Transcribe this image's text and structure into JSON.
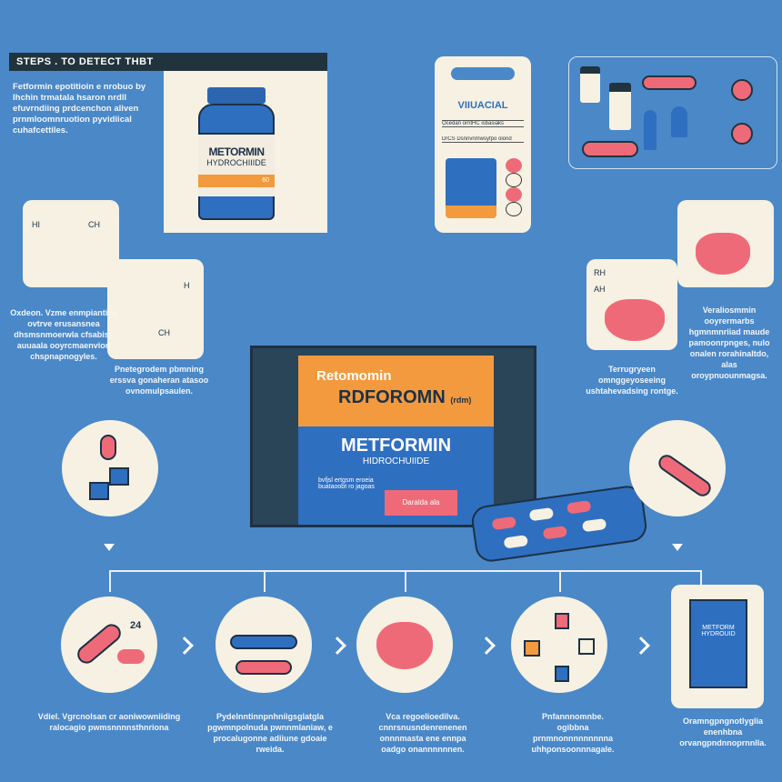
{
  "header": {
    "title": "STEPS . TO DETECT THBT"
  },
  "intro": {
    "text": "Fetformin epotitioin e nrobuo by Ihchin trmatala hsaron nrdll efuvrndiing prdcenchon aliven prnmloomnruotion pyvidiical cuhafcettiles."
  },
  "bottle": {
    "line1": "METORMIN",
    "line2": "HYDROCHIIIDE",
    "small": "60"
  },
  "visual_card": {
    "title": "VIIUACIAL",
    "line1": "Ocedan orntHC isbasiaks",
    "line2": "DrCS Dsnnvnmwsyfpo olond"
  },
  "left_notes": {
    "note1": "Oxdeon. Vzme enmpiantios ovtrve erusansnea dhsmsnmoerwla cfsabise auuaala ooyrcmaenvion chspnapnogyles.",
    "note2": "Pnetegrodem pbmning erssva gonaheran atasoo ovnomulpsaulen."
  },
  "right_notes": {
    "note1": "Veraliosmmin ooyrermarbs hgmnmnriiad maude pamoonrpnges, nulo onalen rorahinaltdo, alas oroypnuounmagsa.",
    "note2": "Terrugryeen omnggeyoseeing ushtahevadsing rontge."
  },
  "package": {
    "brand_small": "Retomomin",
    "brand": "RDFOROMN",
    "brand_suffix": "(rdm)",
    "name": "METFORMIN",
    "sub": "HIDROCHUIIDE",
    "desc1": "bvfjsl ertgsm eroeia",
    "desc2": "buataoobt ro jagoas",
    "badge": "Daralda ala"
  },
  "molecule_labels": {
    "a": "HI",
    "b": "CH",
    "c": "H",
    "d": "CH",
    "e": "RH",
    "f": "AH",
    "g": "24"
  },
  "steps": [
    {
      "label": "Vdiel. Vgrcnolsan cr aoniwowniiding ralocagio pwmsnnnnsthnriona"
    },
    {
      "label": "Pydelnntinnpnhniigsglatgla pgwmnpolnuda pwnnmlaniaw, e procalugonne adiiune gdoaie rweida."
    },
    {
      "label": "Vca regoelioedilva. cnnrsnusndenrenenen onnnmasta ene ennpa oadgo onannnnnnen."
    },
    {
      "label": "Pnfannnomnbe. ogibbna prnmnonnnnnnnnna uhhponsoonnnagale."
    },
    {
      "label": "Oramngpngnotlyglia enenhbna orvangpndnnoprnnlla."
    }
  ],
  "bag": {
    "label": "METFORM HYDROUID"
  },
  "colors": {
    "background": "#4a88c8",
    "cream": "#f6f1e2",
    "dark": "#21343e",
    "orange": "#f39a3e",
    "pink": "#ef6a78",
    "blue": "#2f6fc0"
  }
}
